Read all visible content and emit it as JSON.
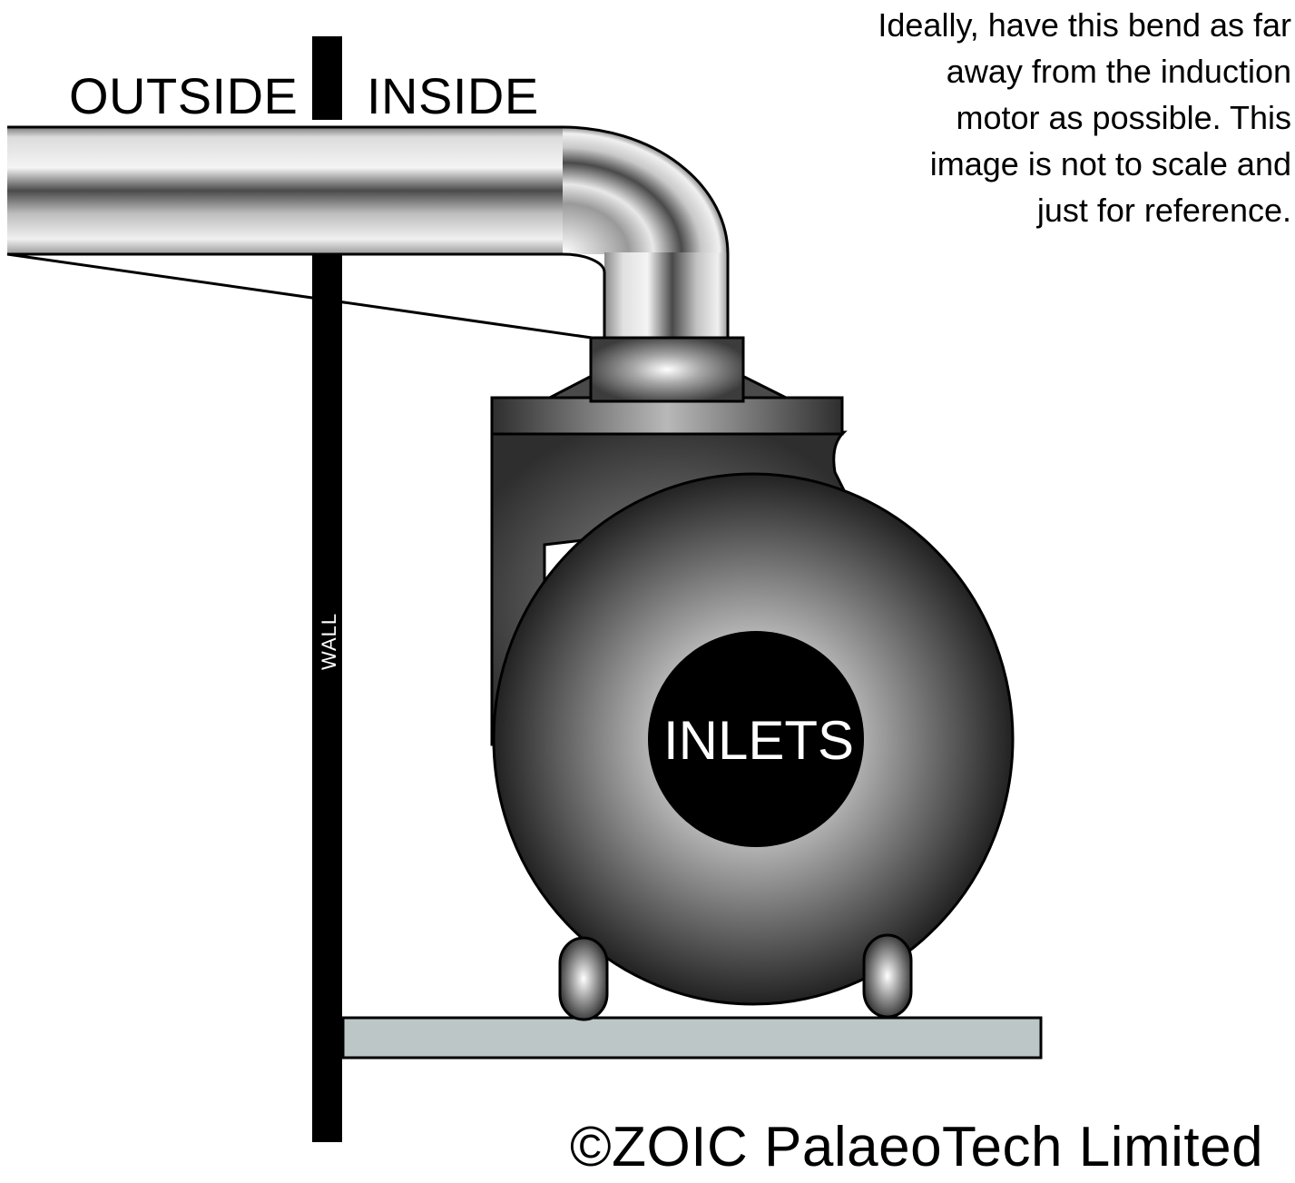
{
  "labels": {
    "outside": "OUTSIDE",
    "inside": "INSIDE",
    "wall": "WALL",
    "inlets": "INLETS",
    "note": "Ideally, have this bend as far away from the induction motor as possible. This image is not to scale and just for reference.",
    "copyright": "©ZOIC PalaeoTech Limited"
  },
  "colors": {
    "wall": "#000000",
    "base_plate": "#bcc6c6",
    "pump_body": "#5a5a5a",
    "pipe_highlight": "#f2f2f2",
    "pipe_shadow": "#4a4a4a",
    "inlet_disc": "#000000"
  }
}
